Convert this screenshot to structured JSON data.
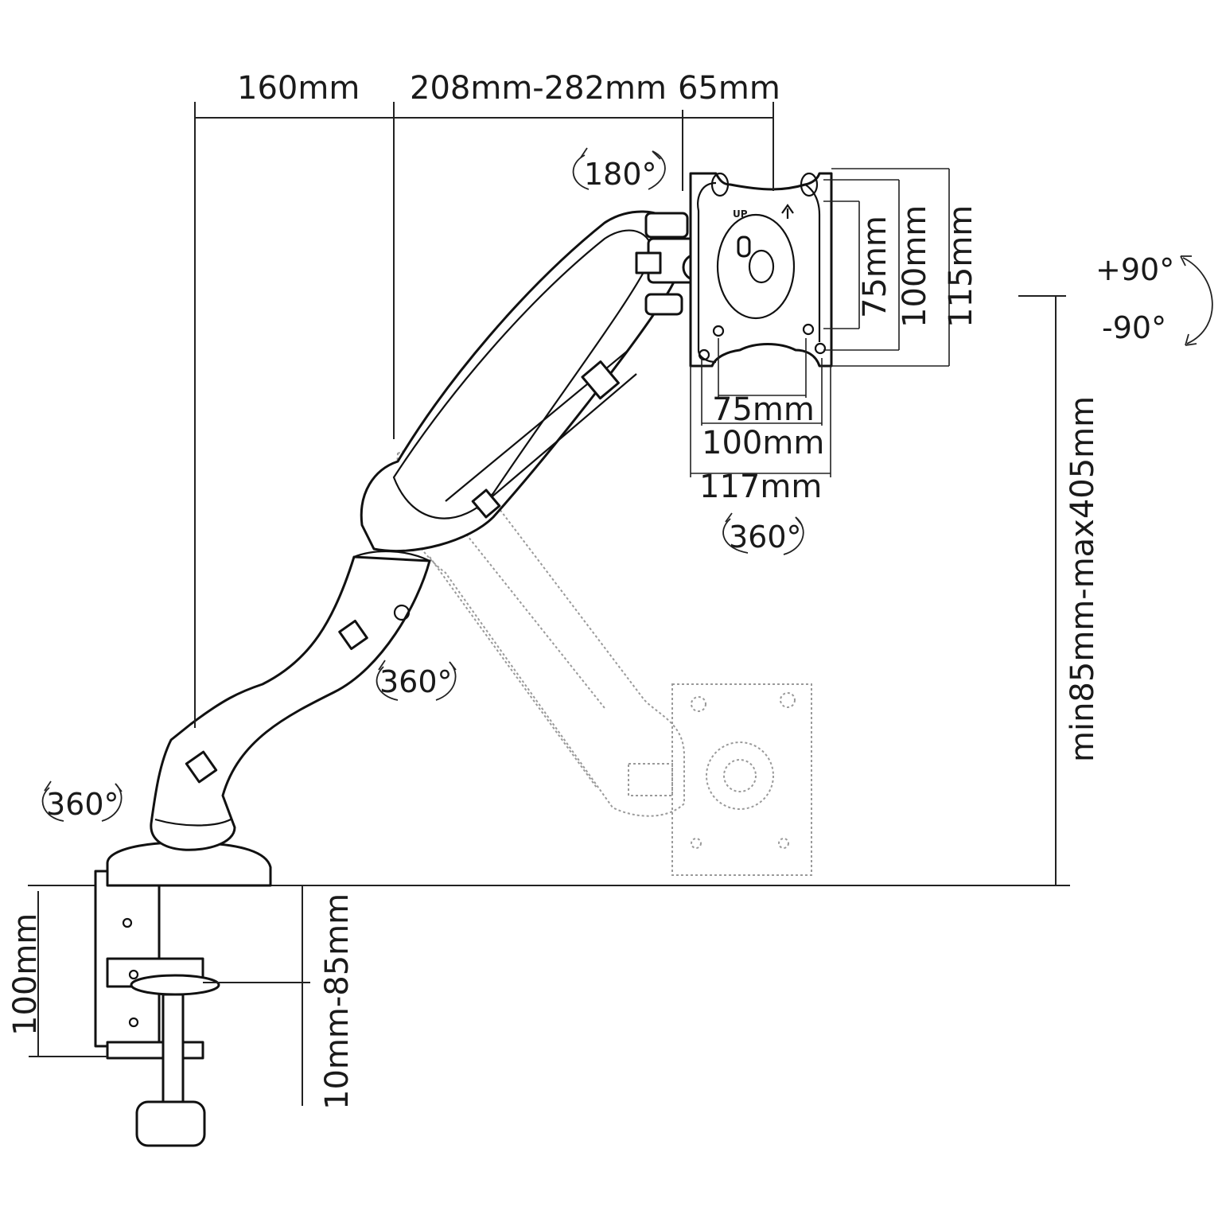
{
  "dimensions": {
    "reach_base": "160mm",
    "reach_arm": "208mm-282mm",
    "head_depth": "65mm",
    "vesa_v_75": "75mm",
    "vesa_v_100": "100mm",
    "plate_height": "115mm",
    "vesa_h_75": "75mm",
    "vesa_h_100": "100mm",
    "plate_width": "117mm",
    "height_range": "min85mm-max405mm",
    "clamp_depth": "100mm",
    "desk_thickness": "10mm-85mm"
  },
  "rotations": {
    "head_tilt": "180°",
    "plate_rotate": "360°",
    "arm_swivel": "360°",
    "base_swivel": "360°",
    "tilt_up": "+90°",
    "tilt_down": "-90°"
  },
  "plate_marking": "UP"
}
